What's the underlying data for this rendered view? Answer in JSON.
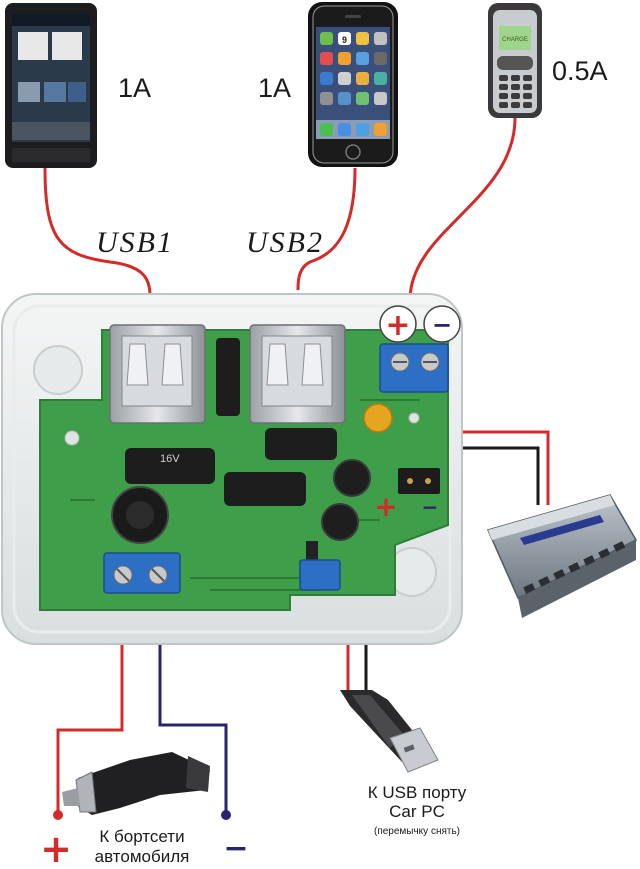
{
  "devices": {
    "phone1": {
      "current": "1A"
    },
    "phone2": {
      "current": "1A",
      "screen_date": "9"
    },
    "phone3": {
      "current": "0.5A",
      "screen_text": "CHARGE"
    }
  },
  "ports": {
    "usb1": "USB1",
    "usb2": "USB2"
  },
  "terminal_signs": {
    "plus": "+",
    "minus": "−"
  },
  "board": {
    "capacitor_text": "16V"
  },
  "captions": {
    "car_power_line1": "К бортсети",
    "car_power_line2": "автомобиля",
    "usb_port_line1": "К USB порту",
    "usb_port_line2": "Car PC",
    "usb_port_note": "(перемычку снять)"
  },
  "colors": {
    "wire_red": "#d42a2a",
    "wire_blue": "#2a2470",
    "wire_black": "#1a1a1a",
    "pcb_green": "#3f9e4a",
    "terminal_blue": "#2c6fc4"
  }
}
